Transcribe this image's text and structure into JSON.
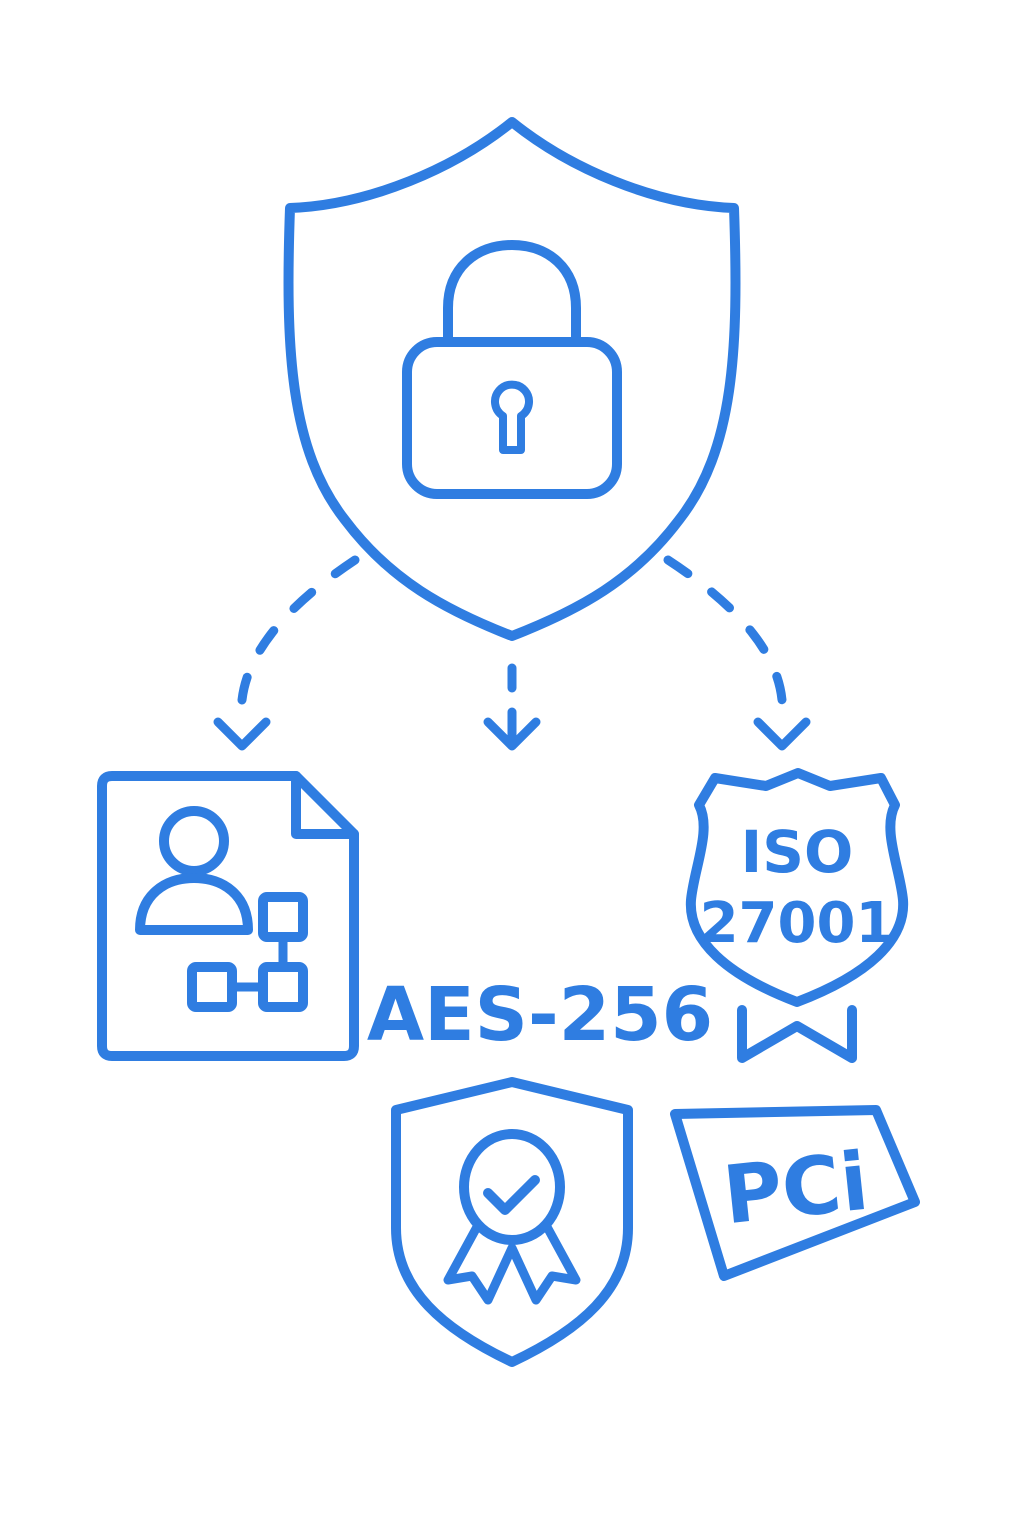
{
  "diagram": {
    "accent_color": "#2f7de1",
    "background_color": "#ffffff",
    "root": {
      "icon": "shield-lock-icon"
    },
    "branches": [
      {
        "icon": "document-user-flowchart-icon"
      },
      {
        "icon": "aes-label"
      },
      {
        "icon": "iso-badge-icon"
      }
    ],
    "labels": {
      "aes": "AES-256",
      "iso_line1": "ISO",
      "iso_line2": "27001",
      "pci": "PCi"
    },
    "extra_icons": [
      "shield-award-icon",
      "pci-badge-icon"
    ]
  }
}
